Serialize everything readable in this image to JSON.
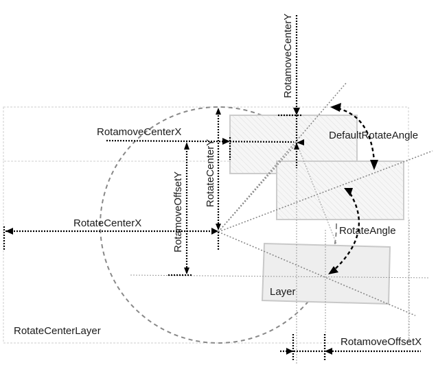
{
  "diagram": {
    "labels": {
      "rotamove_center_y": "RotamoveCenterY",
      "rotamove_center_x": "RotamoveCenterX",
      "default_rotate_angle": "DefaultRotateAngle",
      "rotate_center_y": "RotateCenterY",
      "rotamove_offset_y": "RotamoveOffsetY",
      "rotate_center_x": "RotateCenterX",
      "rotate_angle": "RotateAngle",
      "layer": "Layer",
      "rotate_center_layer": "RotateCenterLayer",
      "rotamove_offset_x": "RotamoveOffsetX"
    },
    "colors": {
      "layer_fill": "#eeeeee",
      "box_stroke": "#cccccc",
      "guide": "#999999",
      "arrow": "#000000"
    }
  }
}
